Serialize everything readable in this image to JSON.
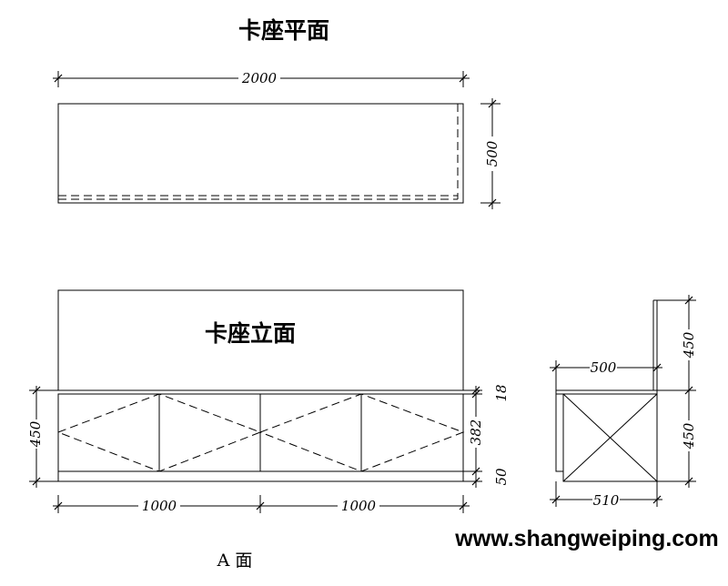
{
  "plan": {
    "title": "卡座平面",
    "width_dim": "2000",
    "depth_dim": "500"
  },
  "elevation": {
    "title": "卡座立面",
    "height_dim": "450",
    "top_dim": "18",
    "middle_dim": "382",
    "bottom_dim": "50",
    "left_width_dim": "1000",
    "right_width_dim": "1000"
  },
  "side": {
    "seat_depth_dim": "500",
    "base_depth_dim": "510",
    "back_height_dim": "450",
    "seat_height_dim": "450"
  },
  "view_label": "A 面",
  "watermark": "www.shangweiping.com"
}
